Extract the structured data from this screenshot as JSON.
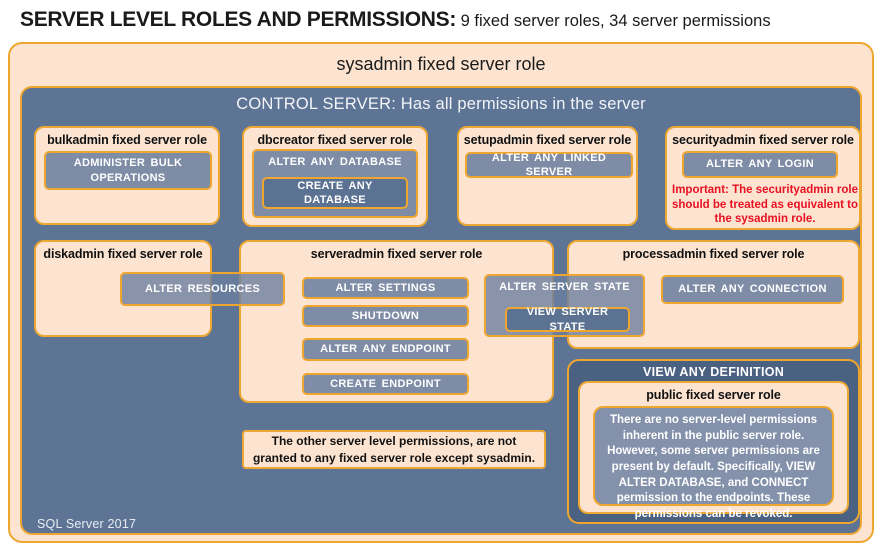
{
  "page": {
    "title_strong": "SERVER LEVEL ROLES AND PERMISSIONS:",
    "title_rest": " 9 fixed server roles, 34 server permissions",
    "footer": "SQL Server 2017"
  },
  "sysadmin": {
    "label": "sysadmin fixed server role"
  },
  "control_server": {
    "label": "CONTROL SERVER: Has all permissions in the server"
  },
  "roles": {
    "bulkadmin": {
      "title": "bulkadmin fixed server role",
      "perm": "ADMINISTER BULK OPERATIONS"
    },
    "dbcreator": {
      "title": "dbcreator fixed server role",
      "perm_outer": "ALTER ANY DATABASE",
      "perm_nested": "CREATE ANY DATABASE"
    },
    "setupadmin": {
      "title": "setupadmin fixed server role",
      "perm": "ALTER ANY LINKED SERVER"
    },
    "securityadmin": {
      "title": "securityadmin fixed server role",
      "perm": "ALTER ANY LOGIN",
      "warning": "Important: The securityadmin role should be treated as equivalent to the sysadmin role."
    },
    "diskadmin": {
      "title": "diskadmin fixed server role",
      "perm_shared": "ALTER RESOURCES"
    },
    "serveradmin": {
      "title": "serveradmin fixed server role",
      "perms": [
        "ALTER SETTINGS",
        "SHUTDOWN",
        "ALTER ANY ENDPOINT",
        "CREATE ENDPOINT"
      ],
      "perm_shared_outer": "ALTER SERVER STATE",
      "perm_shared_nested": "VIEW SERVER STATE"
    },
    "processadmin": {
      "title": "processadmin fixed server role",
      "perm": "ALTER ANY CONNECTION"
    },
    "public": {
      "perm_outer": "VIEW ANY DEFINITION",
      "title": "public fixed server role",
      "note": "There are no server-level permissions inherent in the public server role. However, some server permissions are present by default. Specifically, VIEW ALTER DATABASE, and CONNECT permission to the endpoints. These permissions can be revoked."
    }
  },
  "note": "The other server level permissions, are not granted to any fixed server role except sysadmin.",
  "colors": {
    "peach": "#fce4d1",
    "orange_border": "#efa62f",
    "slate_blue": "#5d7495",
    "permission_fill": "#7e8ca6",
    "dark_navy": "#4a6181",
    "gray_panel": "#8491ab",
    "warning_red": "#e81123"
  }
}
